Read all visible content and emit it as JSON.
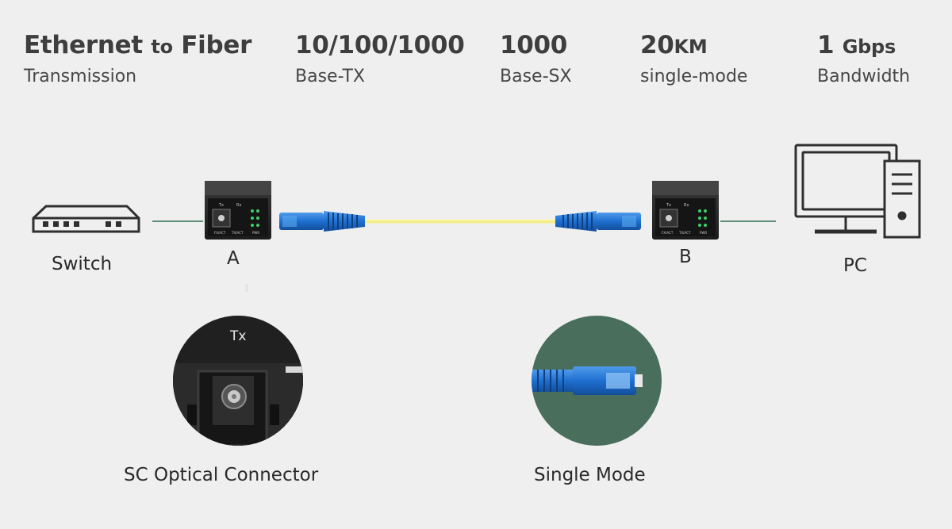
{
  "specs": [
    {
      "main": "Ethernet",
      "small": "to",
      "tail": "Fiber",
      "sub": "Transmission"
    },
    {
      "main": "10/100/1000",
      "small": "",
      "tail": "",
      "sub": "Base-TX"
    },
    {
      "main": "1000",
      "small": "",
      "tail": "",
      "sub": "Base-SX"
    },
    {
      "main": "20",
      "small": "KM",
      "tail": "",
      "sub": "single-mode"
    },
    {
      "main": "1",
      "small": "Gbps",
      "tail": "",
      "sub": "Bandwidth"
    }
  ],
  "labels": {
    "switch": "Switch",
    "converter_a": "A",
    "converter_b": "B",
    "pc": "PC",
    "sc_connector": "SC Optical Connector",
    "single_mode": "Single Mode"
  },
  "converter_text": {
    "tx": "Tx",
    "rx": "Rx",
    "leds": [
      "FX/ACT",
      "TX/ACT",
      "PWR"
    ]
  },
  "inset_text": {
    "tx": "Tx"
  },
  "colors": {
    "background": "#efefef",
    "cable": "#f3ee8a",
    "connector": "#1f6fd0",
    "converter": "#262626",
    "ethernet_line": "#5f8f77",
    "single_mode_circle": "#4a6e5c"
  }
}
